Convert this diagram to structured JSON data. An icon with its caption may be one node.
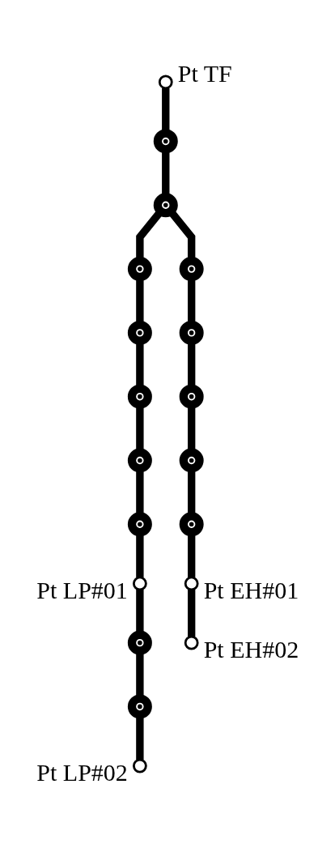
{
  "diagram": {
    "nodes": [
      {
        "text": [],
        "shape": "circle",
        "beside": [
          "Pt TF"
        ]
      },
      {
        "text": [],
        "shape": "circle"
      },
      {
        "text": [],
        "shape": "circle"
      },
      {
        "text": [],
        "shape": "circle"
      },
      {
        "text": [],
        "shape": "circle"
      },
      {
        "text": [],
        "shape": "circle"
      },
      {
        "text": [],
        "shape": "circle"
      },
      {
        "text": [],
        "shape": "circle"
      },
      {
        "text": [],
        "shape": "circle"
      },
      {
        "text": [],
        "shape": "circle"
      },
      {
        "text": [],
        "shape": "circle"
      },
      {
        "text": [],
        "shape": "circle"
      },
      {
        "text": [],
        "shape": "circle"
      },
      {
        "text": [],
        "shape": "circle",
        "beside": [
          "Pt LP#01"
        ]
      },
      {
        "text": [],
        "shape": "circle",
        "beside": [
          "Pt EH#01"
        ]
      },
      {
        "text": [],
        "shape": "circle"
      },
      {
        "text": [],
        "shape": "circle",
        "beside": [
          "Pt EH#02"
        ]
      },
      {
        "text": [],
        "shape": "circle"
      },
      {
        "text": [],
        "shape": "circle",
        "beside": [
          "Pt LP#02"
        ]
      }
    ],
    "edges": [
      {
        "from": 0,
        "to": 1,
        "arrow": "none"
      },
      {
        "from": 1,
        "to": 2,
        "arrow": "none"
      },
      {
        "from": 2,
        "to": 3,
        "arrow": "none"
      },
      {
        "from": 2,
        "to": 4,
        "arrow": "none"
      },
      {
        "from": 3,
        "to": 5,
        "arrow": "none"
      },
      {
        "from": 5,
        "to": 7,
        "arrow": "none"
      },
      {
        "from": 7,
        "to": 9,
        "arrow": "none"
      },
      {
        "from": 9,
        "to": 11,
        "arrow": "none"
      },
      {
        "from": 11,
        "to": 13,
        "arrow": "none"
      },
      {
        "from": 4,
        "to": 6,
        "arrow": "none"
      },
      {
        "from": 6,
        "to": 8,
        "arrow": "none"
      },
      {
        "from": 8,
        "to": 10,
        "arrow": "none"
      },
      {
        "from": 10,
        "to": 12,
        "arrow": "none"
      },
      {
        "from": 12,
        "to": 14,
        "arrow": "none"
      },
      {
        "from": 13,
        "to": 15,
        "arrow": "none"
      },
      {
        "from": 15,
        "to": 17,
        "arrow": "none"
      },
      {
        "from": 17,
        "to": 18,
        "arrow": "none"
      },
      {
        "from": 14,
        "to": 16,
        "arrow": "none"
      }
    ]
  }
}
